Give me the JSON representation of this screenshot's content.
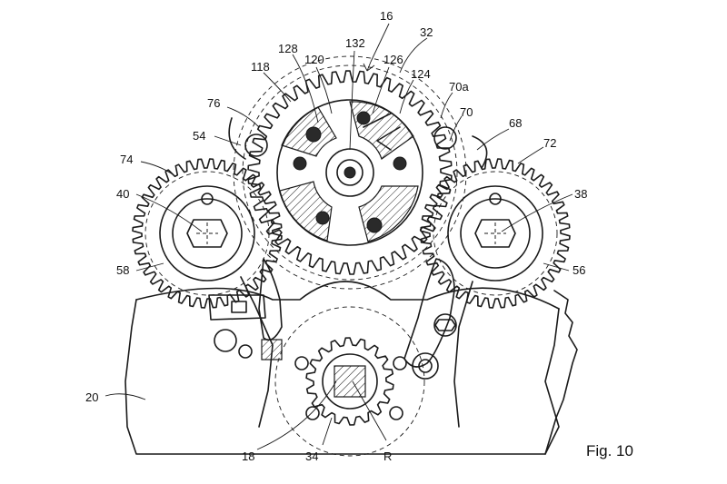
{
  "figure_label": "Fig. 10",
  "reference_numerals": {
    "n16": "16",
    "n32": "32",
    "n132": "132",
    "n128": "128",
    "n120": "120",
    "n126": "126",
    "n118": "118",
    "n124": "124",
    "n70a": "70a",
    "n76": "76",
    "n70": "70",
    "n54": "54",
    "n68": "68",
    "n74": "74",
    "n72": "72",
    "n40": "40",
    "n38": "38",
    "n58": "58",
    "n56": "56",
    "n20": "20",
    "n18": "18",
    "n34": "34",
    "nR": "R"
  }
}
